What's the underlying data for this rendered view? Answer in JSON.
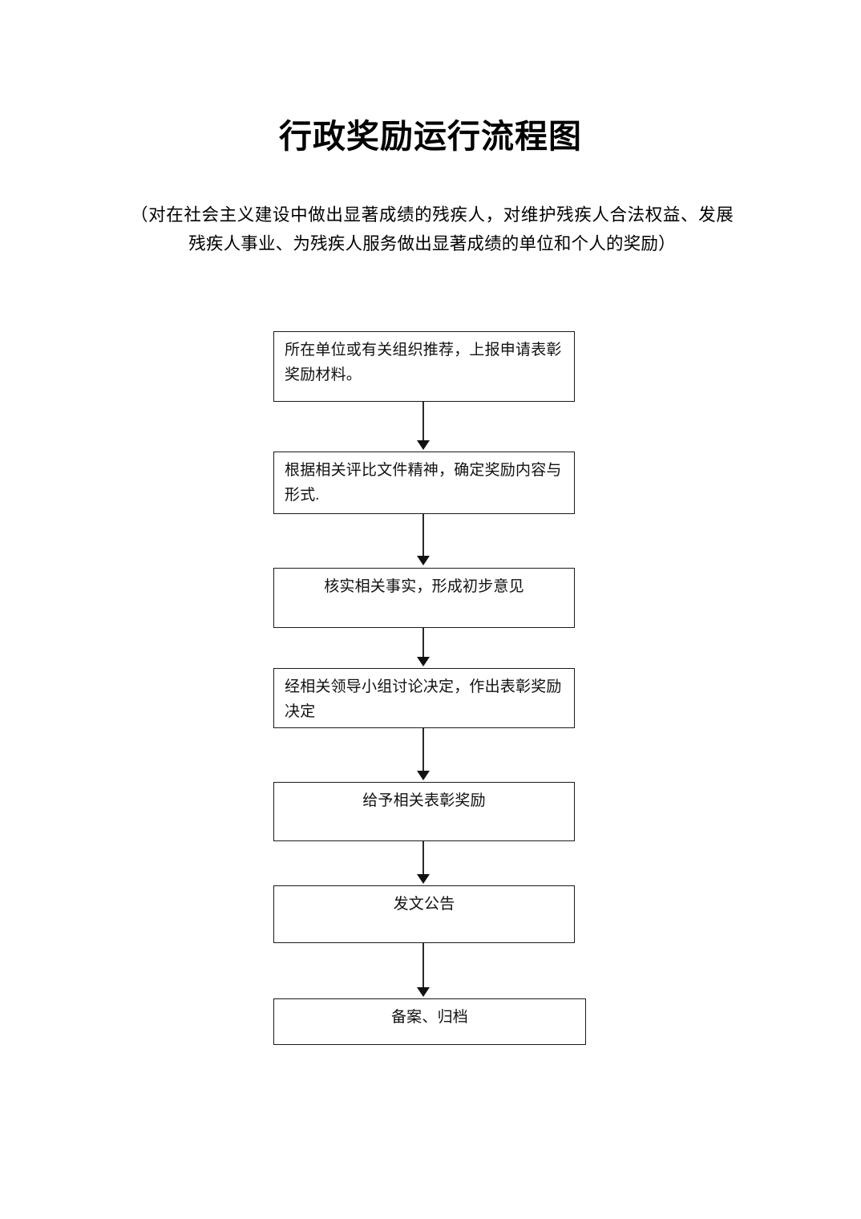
{
  "document": {
    "title": "行政奖励运行流程图",
    "subtitle": "（对在社会主义建设中做出显著成绩的残疾人，对维护残疾人合法权益、发展残疾人事业、为残疾人服务做出显著成绩的单位和个人的奖励）",
    "background_color": "#ffffff",
    "text_color": "#000000",
    "border_color": "#1a1a1a"
  },
  "flowchart": {
    "orientation": "vertical-top-to-bottom",
    "connector_label": "向下箭头",
    "nodes": [
      {
        "id": "node-1",
        "index": 1,
        "text": "所在单位或有关组织推荐，上报申请表彰奖励材料。",
        "align": "left"
      },
      {
        "id": "node-2",
        "index": 2,
        "text": "根据相关评比文件精神，确定奖励内容与形式.",
        "align": "left"
      },
      {
        "id": "node-3",
        "index": 3,
        "text": "核实相关事实，形成初步意见",
        "align": "center"
      },
      {
        "id": "node-4",
        "index": 4,
        "text": "经相关领导小组讨论决定，作出表彰奖励决定",
        "align": "left"
      },
      {
        "id": "node-5",
        "index": 5,
        "text": "给予相关表彰奖励",
        "align": "center"
      },
      {
        "id": "node-6",
        "index": 6,
        "text": "发文公告",
        "align": "center"
      },
      {
        "id": "node-7",
        "index": 7,
        "text": "备案、归档",
        "align": "center"
      }
    ],
    "connectors": [
      {
        "id": "conn-1",
        "from": "node-1",
        "to": "node-2"
      },
      {
        "id": "conn-2",
        "from": "node-2",
        "to": "node-3"
      },
      {
        "id": "conn-3",
        "from": "node-3",
        "to": "node-4"
      },
      {
        "id": "conn-4",
        "from": "node-4",
        "to": "node-5"
      },
      {
        "id": "conn-5",
        "from": "node-5",
        "to": "node-6"
      },
      {
        "id": "conn-6",
        "from": "node-6",
        "to": "node-7"
      }
    ]
  }
}
